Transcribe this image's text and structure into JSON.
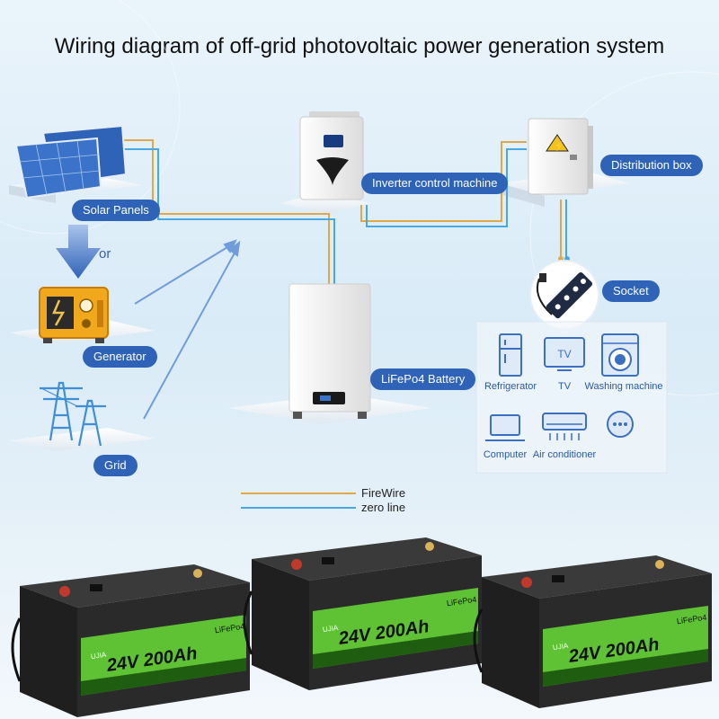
{
  "title": "Wiring diagram of off-grid photovoltaic power generation system",
  "nodes": {
    "solar": "Solar Panels",
    "or": "or",
    "generator": "Generator",
    "grid": "Grid",
    "inverter": "Inverter control machine",
    "battery": "LiFePo4 Battery",
    "distribution": "Distribution box",
    "socket": "Socket"
  },
  "appliances": [
    "Refrigerator",
    "TV",
    "Washing machine",
    "Computer",
    "Air conditioner"
  ],
  "tv_screen_text": "TV",
  "legend": {
    "fire": "FireWire",
    "zero": "zero line"
  },
  "battery_label": {
    "spec": "24V 200Ah",
    "type": "LiFePo4",
    "brand": "UJIA"
  },
  "colors": {
    "fire_wire": "#e0a84a",
    "zero_line": "#4aa8e0",
    "label_bg": "#2f63b8",
    "battery_green": "#5ec234"
  }
}
